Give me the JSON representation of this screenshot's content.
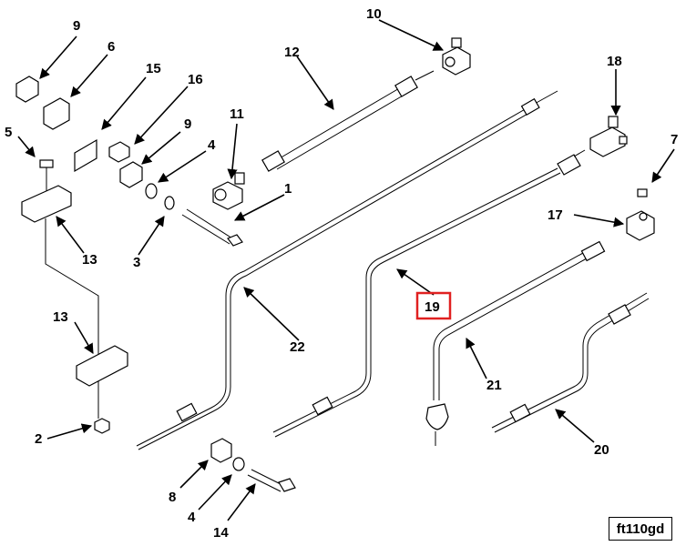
{
  "figure_id": "ft110gd",
  "callouts": {
    "c1": "1",
    "c2": "2",
    "c3": "3",
    "c4a": "4",
    "c4b": "4",
    "c5": "5",
    "c6": "6",
    "c7": "7",
    "c8": "8",
    "c9a": "9",
    "c9b": "9",
    "c10": "10",
    "c11": "11",
    "c12": "12",
    "c13a": "13",
    "c13b": "13",
    "c14": "14",
    "c15": "15",
    "c16": "16",
    "c17": "17",
    "c18": "18",
    "c19": "19",
    "c20": "20",
    "c21": "21",
    "c22": "22"
  },
  "highlight": {
    "callout": "19",
    "color": "#e02020"
  }
}
